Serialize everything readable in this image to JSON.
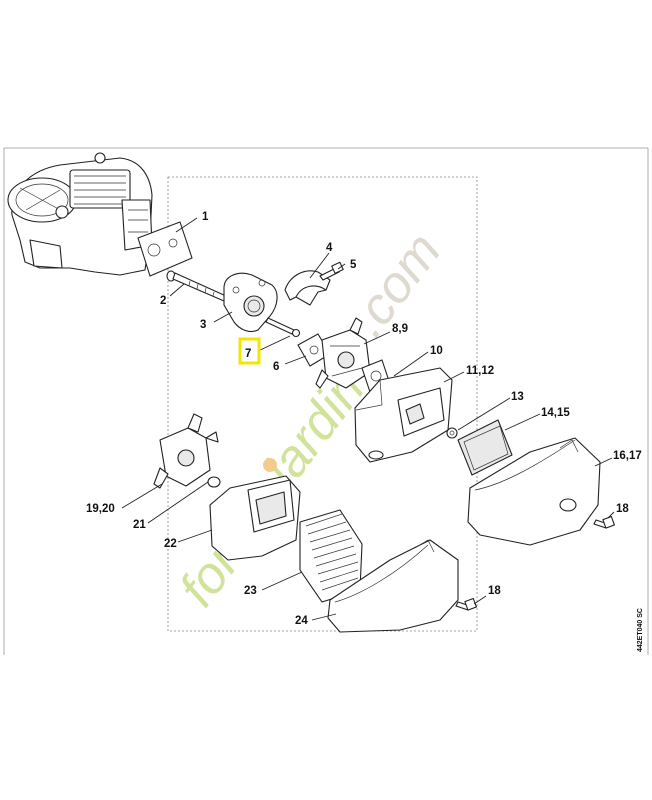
{
  "diagram": {
    "highlighted_callout": "7",
    "callouts": [
      "1",
      "2",
      "3",
      "4",
      "5",
      "6",
      "7",
      "8,9",
      "10",
      "11,12",
      "13",
      "14,15",
      "16,17",
      "18",
      "19,20",
      "21",
      "22",
      "23",
      "24",
      "18"
    ],
    "drawing_code": "442ET040 SC",
    "watermark": "forestjardin.com"
  },
  "colors": {
    "highlight": "#f2e600",
    "watermark_green": "#c9dd8a",
    "watermark_orange": "#f3c27b",
    "watermark_grey": "#d9d4c8"
  }
}
